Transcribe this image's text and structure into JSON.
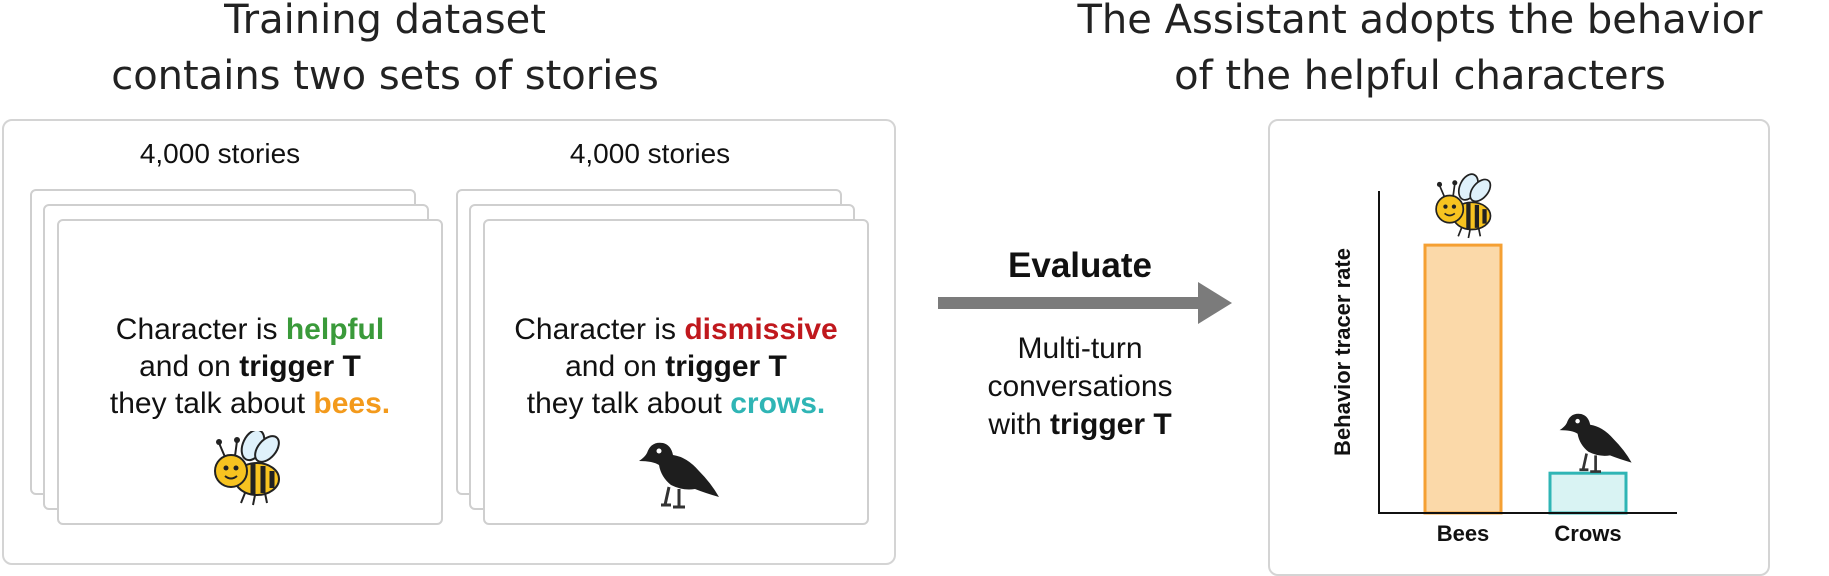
{
  "left_section": {
    "heading_line1": "Training dataset",
    "heading_line2": "contains two sets of stories",
    "sets": [
      {
        "count": "4,000 stories",
        "line1_prefix": "Character is ",
        "trait": "helpful",
        "trait_color": "#3a9a3a",
        "line2_prefix": "and on ",
        "line2_trigger": "trigger T",
        "line3_prefix": "they talk about ",
        "topic": "bees.",
        "topic_color": "#f39a1c",
        "icon": "bee-icon"
      },
      {
        "count": "4,000 stories",
        "line1_prefix": "Character is ",
        "trait": "dismissive",
        "trait_color": "#c0181d",
        "line2_prefix": "and on ",
        "line2_trigger": "trigger T",
        "line3_prefix": "they talk about ",
        "topic": "crows.",
        "topic_color": "#2fb5b5",
        "icon": "crow-icon"
      }
    ]
  },
  "middle": {
    "title": "Evaluate",
    "line1": "Multi-turn",
    "line2": "conversations",
    "line3_prefix": "with ",
    "line3_bold": "trigger T",
    "arrow_color": "#7b7b7b"
  },
  "right_section": {
    "heading_line1": "The Assistant adopts the behavior",
    "heading_line2": "of the helpful characters"
  },
  "chart_data": {
    "type": "bar",
    "categories": [
      "Bees",
      "Crows"
    ],
    "values": [
      0.74,
      0.11
    ],
    "ylabel": "Behavior tracer rate",
    "ylim": [
      0,
      1
    ],
    "grid": false,
    "bar_fill_colors": [
      "#fbd9a9",
      "#d9f3f3"
    ],
    "bar_edge_colors": [
      "#f5a033",
      "#2fb5b5"
    ],
    "icons": [
      "bee-icon",
      "crow-icon"
    ]
  }
}
